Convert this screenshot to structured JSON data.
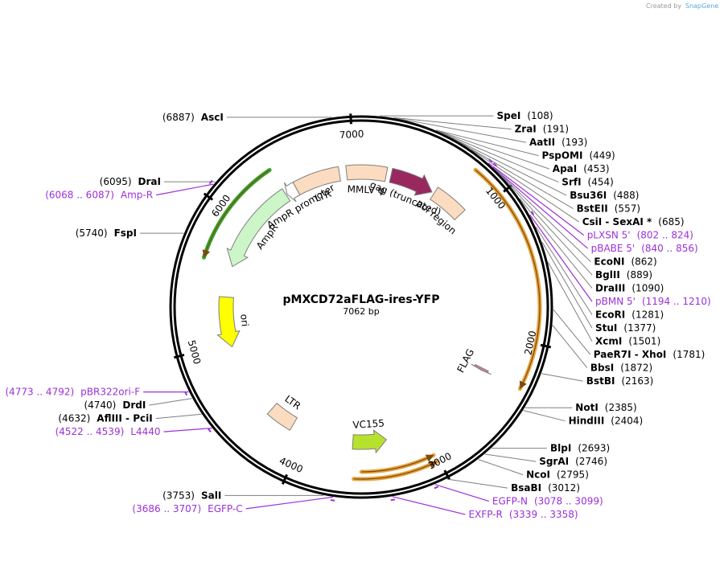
{
  "credit": {
    "prefix": "Created by",
    "brand": "SnapGene"
  },
  "plasmid": {
    "name": "pMXCD72aFLAG-ires-YFP",
    "length_label": "7062 bp",
    "length": 7062
  },
  "ticks": [
    {
      "bp": 1000,
      "label": "1000"
    },
    {
      "bp": 2000,
      "label": "2000"
    },
    {
      "bp": 3000,
      "label": "3000"
    },
    {
      "bp": 4000,
      "label": "4000"
    },
    {
      "bp": 5000,
      "label": "5000"
    },
    {
      "bp": 6000,
      "label": "6000"
    },
    {
      "bp": 7000,
      "label": "7000"
    }
  ],
  "enzymes": [
    {
      "name": "AscI",
      "pos": "(6887)",
      "bp": 6887,
      "side": "L"
    },
    {
      "name": "SpeI",
      "pos": "(108)",
      "bp": 108,
      "side": "R"
    },
    {
      "name": "ZraI",
      "pos": "(191)",
      "bp": 191,
      "side": "R"
    },
    {
      "name": "AatII",
      "pos": "(193)",
      "bp": 193,
      "side": "R"
    },
    {
      "name": "PspOMI",
      "pos": "(449)",
      "bp": 449,
      "side": "R"
    },
    {
      "name": "ApaI",
      "pos": "(453)",
      "bp": 453,
      "side": "R"
    },
    {
      "name": "SrfI",
      "pos": "(454)",
      "bp": 454,
      "side": "R"
    },
    {
      "name": "Bsu36I",
      "pos": "(488)",
      "bp": 488,
      "side": "R"
    },
    {
      "name": "BstEII",
      "pos": "(557)",
      "bp": 557,
      "side": "R"
    },
    {
      "name": "CsiI  -  SexAI *",
      "pos": "(685)",
      "bp": 685,
      "side": "R"
    },
    {
      "name": "EcoNI",
      "pos": "(862)",
      "bp": 862,
      "side": "R"
    },
    {
      "name": "BglII",
      "pos": "(889)",
      "bp": 889,
      "side": "R"
    },
    {
      "name": "DraIII",
      "pos": "(1090)",
      "bp": 1090,
      "side": "R"
    },
    {
      "name": "EcoRI",
      "pos": "(1281)",
      "bp": 1281,
      "side": "R"
    },
    {
      "name": "StuI",
      "pos": "(1377)",
      "bp": 1377,
      "side": "R"
    },
    {
      "name": "XcmI",
      "pos": "(1501)",
      "bp": 1501,
      "side": "R"
    },
    {
      "name": "PaeR7I  -  XhoI",
      "pos": "(1781)",
      "bp": 1781,
      "side": "R"
    },
    {
      "name": "BbsI",
      "pos": "(1872)",
      "bp": 1872,
      "side": "R"
    },
    {
      "name": "BstBI",
      "pos": "(2163)",
      "bp": 2163,
      "side": "R"
    },
    {
      "name": "NotI",
      "pos": "(2385)",
      "bp": 2385,
      "side": "R"
    },
    {
      "name": "HindIII",
      "pos": "(2404)",
      "bp": 2404,
      "side": "R"
    },
    {
      "name": "BlpI",
      "pos": "(2693)",
      "bp": 2693,
      "side": "R"
    },
    {
      "name": "SgrAI",
      "pos": "(2746)",
      "bp": 2746,
      "side": "R"
    },
    {
      "name": "NcoI",
      "pos": "(2795)",
      "bp": 2795,
      "side": "R"
    },
    {
      "name": "BsaBI",
      "pos": "(3012)",
      "bp": 3012,
      "side": "R"
    },
    {
      "name": "SalI",
      "pos": "(3753)",
      "bp": 3753,
      "side": "L"
    },
    {
      "name": "DrdI",
      "pos": "(4740)",
      "bp": 4740,
      "side": "L"
    },
    {
      "name": "AflIII  -  PciI",
      "pos": "(4632)",
      "bp": 4632,
      "side": "L"
    },
    {
      "name": "FspI",
      "pos": "(5740)",
      "bp": 5740,
      "side": "L"
    },
    {
      "name": "DraI",
      "pos": "(6095)",
      "bp": 6095,
      "side": "L"
    }
  ],
  "primers": [
    {
      "name": "pLXSN 5'",
      "pos": "(802 .. 824)",
      "bp": 813,
      "side": "R"
    },
    {
      "name": "pBABE 5'",
      "pos": "(840 .. 856)",
      "bp": 848,
      "side": "R"
    },
    {
      "name": "pBMN 5'",
      "pos": "(1194 .. 1210)",
      "bp": 1202,
      "side": "R"
    },
    {
      "name": "EGFP-N",
      "pos": "(3078 .. 3099)",
      "bp": 3088,
      "side": "R"
    },
    {
      "name": "EXFP-R",
      "pos": "(3339 .. 3358)",
      "bp": 3348,
      "side": "R"
    },
    {
      "name": "EGFP-C",
      "pos": "(3686 .. 3707)",
      "bp": 3696,
      "side": "L"
    },
    {
      "name": "L4440",
      "pos": "(4522 .. 4539)",
      "bp": 4530,
      "side": "L"
    },
    {
      "name": "pBR322ori-F",
      "pos": "(4773 .. 4792)",
      "bp": 4782,
      "side": "L"
    },
    {
      "name": "Amp-R",
      "pos": "(6068 .. 6087)",
      "bp": 6077,
      "side": "L"
    }
  ],
  "features": [
    {
      "name": "LTR",
      "type": "box",
      "start": 6500,
      "end": 6880,
      "color": "#fbdcc0"
    },
    {
      "name": "MMLV ψ",
      "type": "box",
      "start": 6940,
      "end": 210,
      "color": "#fbdcc0"
    },
    {
      "name": "gag (truncated)",
      "type": "arrow",
      "start": 250,
      "end": 620,
      "color": "#99285f"
    },
    {
      "name": "pol region",
      "type": "box",
      "start": 640,
      "end": 920,
      "color": "#fbdcc0"
    },
    {
      "name": "FLAG",
      "type": "arrow",
      "start": 2290,
      "end": 2310,
      "color": "#d07aa0"
    },
    {
      "name": "LTR",
      "type": "box",
      "start": 4120,
      "end": 4340,
      "color": "#fbdcc0"
    },
    {
      "name": "VC155",
      "type": "arrow",
      "start": 3600,
      "end": 3320,
      "color": "#b6e22e"
    },
    {
      "name": "ori",
      "type": "arrow",
      "start": 5380,
      "end": 4960,
      "color": "#ffff00"
    },
    {
      "name": "AmpR",
      "type": "arrow",
      "start": 6400,
      "end": 5640,
      "color": "#ccf5c8"
    },
    {
      "name": "AmpR promoter",
      "type": "arrow",
      "start": 6500,
      "end": 6410,
      "color": "#ffffff"
    }
  ],
  "orfs": [
    {
      "start": 780,
      "end": 2300,
      "color": "#e8a33a"
    },
    {
      "start": 3530,
      "end": 3020,
      "color": "#e8a33a"
    },
    {
      "start": 3580,
      "end": 3020,
      "color": "#e8a33a"
    },
    {
      "start": 6400,
      "end": 5640,
      "color": "#37a52d"
    }
  ]
}
